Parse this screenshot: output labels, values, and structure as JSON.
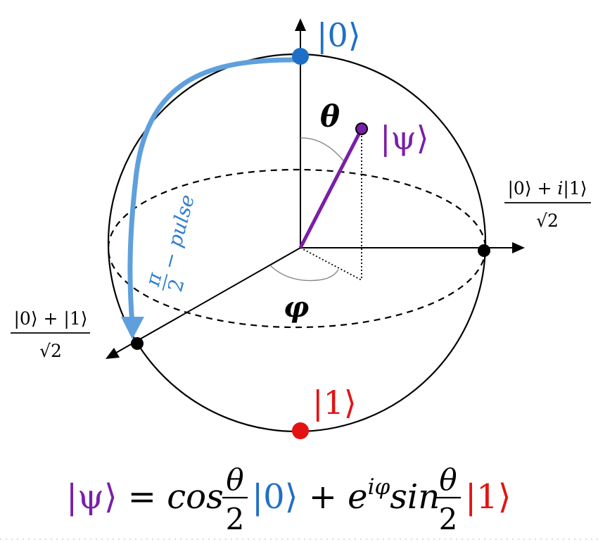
{
  "colors": {
    "zero_state": "#1f6fc7",
    "one_state": "#e31313",
    "psi_state": "#7a1fa8",
    "pulse_arrow": "#5fa0dc",
    "pulse_label": "#2f7fd0",
    "axes": "#000000"
  },
  "labels": {
    "ket_zero": "|0⟩",
    "ket_one": "|1⟩",
    "ket_psi": "|ψ⟩",
    "theta": "θ",
    "phi": "φ",
    "y_state_numerator": "|0⟩ + 𝑖|1⟩",
    "x_state_numerator": "|0⟩ + |1⟩",
    "sqrt_two": "√2"
  },
  "pulse": {
    "pi": "π",
    "two": "2",
    "suffix": "− pulse"
  },
  "equation": {
    "lhs": "|ψ⟩",
    "equals": " = ",
    "cos": "cos",
    "theta": "θ",
    "two": "2",
    "ket0": "|0⟩",
    "plus": " + ",
    "exp_base": "e",
    "exp_power": "iφ",
    "sin": "sin",
    "ket1": "|1⟩"
  }
}
